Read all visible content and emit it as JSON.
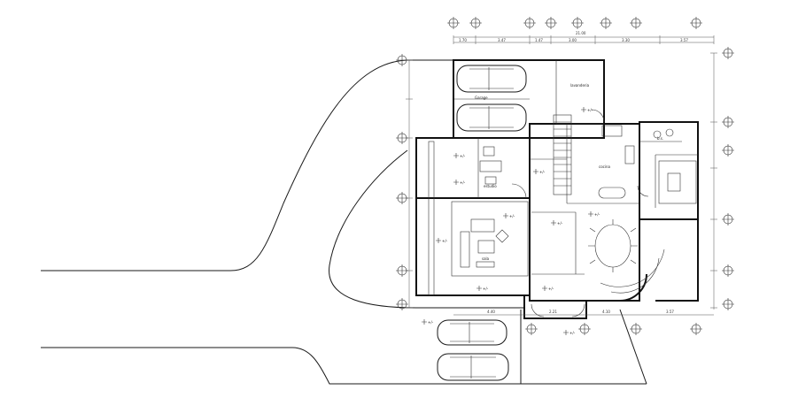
{
  "drawing": {
    "type": "architectural-floor-plan",
    "rooms": {
      "garage": "Garage",
      "lavanderia": "lavanderia",
      "cocina": "cocina",
      "estudio": "estudio",
      "sala": "sala",
      "bano": "b.s."
    },
    "dimensions": {
      "top_total": "21.00",
      "top_segments": [
        "1.70",
        "3.47",
        "1.47",
        "3.00",
        "3.30",
        "3.57"
      ],
      "bottom_segments": [
        "4.40",
        "2.21",
        "4.10",
        "3.57"
      ]
    },
    "level_marks": [
      "+/-",
      "+/-",
      "+/-",
      "+/-",
      "+/-",
      "+/-",
      "+/-",
      "+/-",
      "+/-",
      "+/-",
      "+/-",
      "+/-"
    ],
    "icons": [
      "car-icon",
      "axis-marker-icon",
      "level-marker-icon",
      "dining-table-icon",
      "sofa-icon",
      "stair-icon"
    ],
    "colors": {
      "line": "#1a1a1a",
      "background": "#ffffff"
    }
  }
}
